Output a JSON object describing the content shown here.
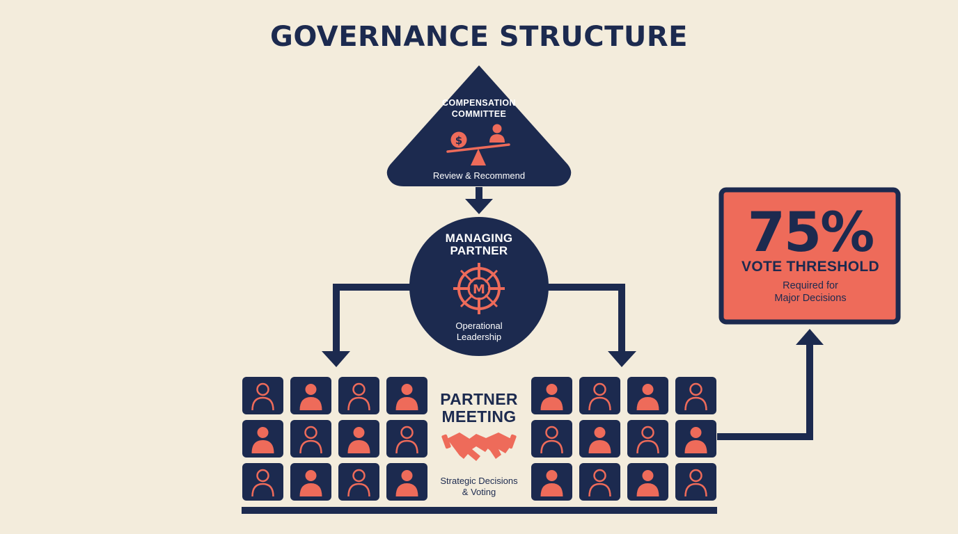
{
  "title": "GOVERNANCE STRUCTURE",
  "compensation_committee": {
    "label_line1": "COMPENSATION",
    "label_line2": "COMMITTEE",
    "description": "Review & Recommend",
    "icon": "scale-dollar-person-icon"
  },
  "managing_partner": {
    "label_line1": "MANAGING",
    "label_line2": "PARTNER",
    "description_line1": "Operational",
    "description_line2": "Leadership",
    "icon": "ship-wheel-m-icon",
    "icon_letter": "M"
  },
  "partner_meeting": {
    "label_line1": "PARTNER",
    "label_line2": "MEETING",
    "description_line1": "Strategic Decisions",
    "description_line2": "& Voting",
    "icon": "handshake-icon",
    "partner_count": 24
  },
  "vote_threshold": {
    "value": "75%",
    "label": "VOTE THRESHOLD",
    "description_line1": "Required for",
    "description_line2": "Major Decisions"
  },
  "colors": {
    "navy": "#1c2a4f",
    "coral": "#ee6b5a",
    "background": "#f3ecdc"
  }
}
